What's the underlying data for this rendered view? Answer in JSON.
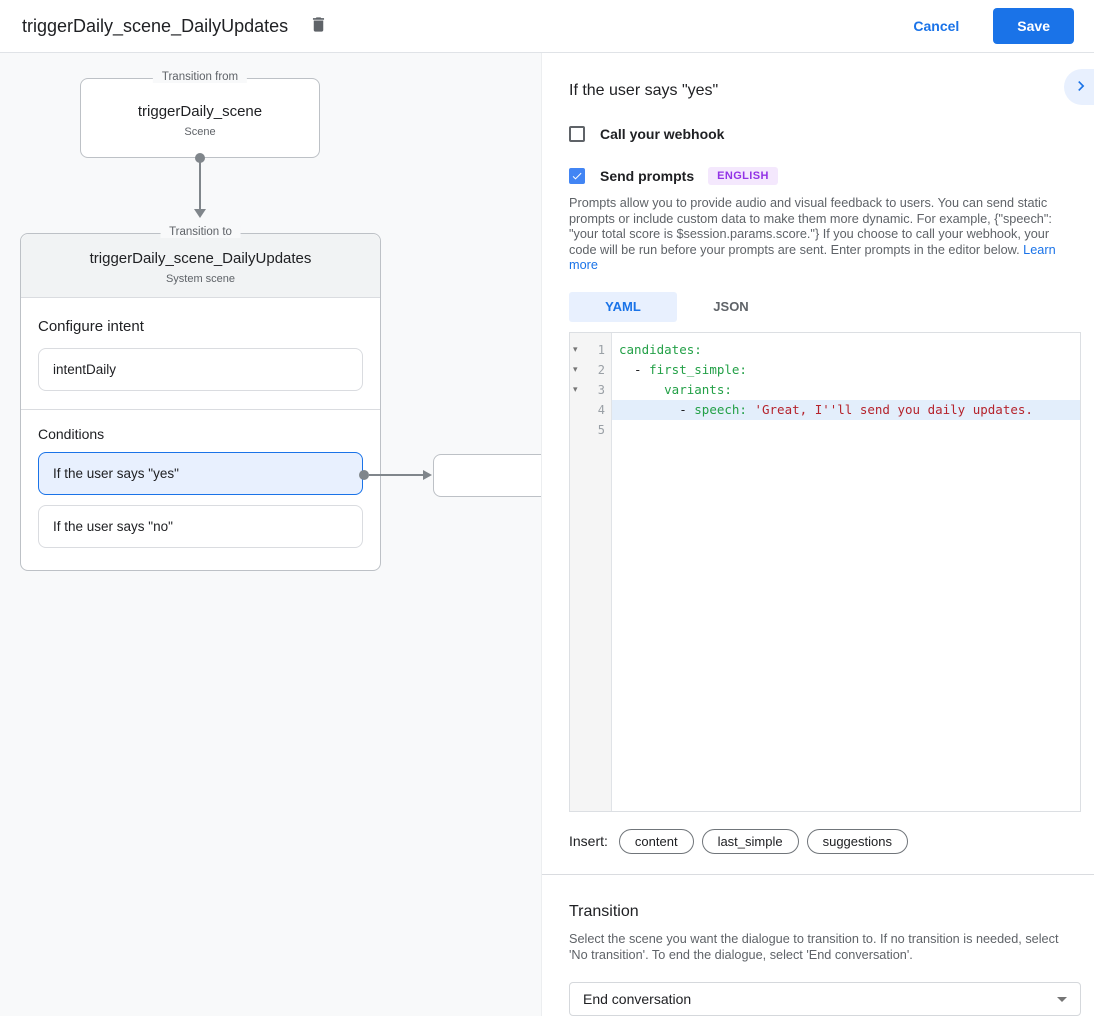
{
  "header": {
    "title": "triggerDaily_scene_DailyUpdates",
    "cancel_label": "Cancel",
    "save_label": "Save"
  },
  "colors": {
    "accent_blue": "#1a73e8",
    "selected_condition_fill": "#e8f0fe",
    "yaml_key_green": "#23a047",
    "yaml_string_red": "#b5232c",
    "badge_purple": "#9334e6"
  },
  "canvas": {
    "from_box": {
      "legend": "Transition from",
      "title": "triggerDaily_scene",
      "subtitle": "Scene"
    },
    "to_box": {
      "legend": "Transition to",
      "title": "triggerDaily_scene_DailyUpdates",
      "subtitle": "System scene",
      "configure_intent_heading": "Configure intent",
      "intent_name": "intentDaily",
      "conditions_heading": "Conditions",
      "conditions": [
        {
          "label": "If the user says \"yes\"",
          "selected": true
        },
        {
          "label": "If the user says \"no\"",
          "selected": false
        }
      ]
    }
  },
  "panel": {
    "heading": "If the user says \"yes\"",
    "webhook_checkbox": {
      "label": "Call your webhook",
      "checked": false
    },
    "send_prompts_checkbox": {
      "label": "Send prompts",
      "checked": true,
      "language_badge": "ENGLISH"
    },
    "prompts_description": "Prompts allow you to provide audio and visual feedback to users. You can send static prompts or include custom data to make them more dynamic. For example, {\"speech\": \"your total score is $session.params.score.\"} If you choose to call your webhook, your code will be run before your prompts are sent. Enter prompts in the editor below. ",
    "learn_more_label": "Learn more",
    "tabs": [
      {
        "label": "YAML",
        "active": true
      },
      {
        "label": "JSON",
        "active": false
      }
    ],
    "editor": {
      "fold_icon": "▾",
      "lines": [
        {
          "num": "1",
          "fold": true,
          "active": false,
          "plain": "",
          "key": "candidates:",
          "string": ""
        },
        {
          "num": "2",
          "fold": true,
          "active": false,
          "plain": "  - ",
          "key": "first_simple:",
          "string": ""
        },
        {
          "num": "3",
          "fold": true,
          "active": false,
          "plain": "      ",
          "key": "variants:",
          "string": ""
        },
        {
          "num": "4",
          "fold": false,
          "active": true,
          "plain": "        - ",
          "key": "speech: ",
          "string": "'Great, I''ll send you daily updates."
        },
        {
          "num": "5",
          "fold": false,
          "active": false,
          "plain": "",
          "key": "",
          "string": ""
        }
      ]
    },
    "insert": {
      "label": "Insert:",
      "pills": [
        "content",
        "last_simple",
        "suggestions"
      ]
    },
    "transition": {
      "heading": "Transition",
      "description": "Select the scene you want the dialogue to transition to. If no transition is needed, select 'No transition'. To end the dialogue, select 'End conversation'.",
      "dropdown_value": "End conversation"
    }
  }
}
